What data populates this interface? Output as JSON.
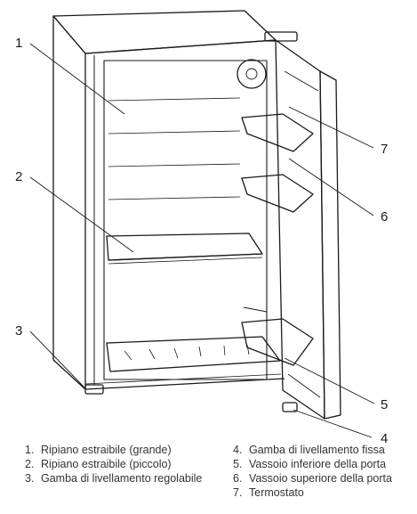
{
  "callouts": [
    "1",
    "2",
    "3",
    "4",
    "5",
    "6",
    "7"
  ],
  "legend": [
    {
      "num": "1.",
      "text": "Ripiano estraibile (grande)"
    },
    {
      "num": "2.",
      "text": "Ripiano estraibile (piccolo)"
    },
    {
      "num": "3.",
      "text": "Gamba di livellamento regolabile"
    },
    {
      "num": "4.",
      "text": "Gamba di livellamento fissa"
    },
    {
      "num": "5.",
      "text": "Vassoio inferiore della porta"
    },
    {
      "num": "6.",
      "text": "Vassoio superiore della porta"
    },
    {
      "num": "7.",
      "text": "Termostato"
    }
  ]
}
